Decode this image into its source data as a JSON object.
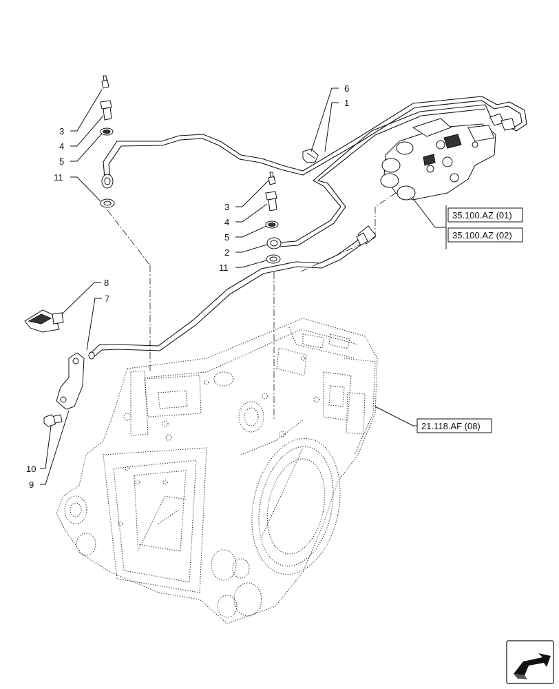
{
  "callouts": [
    {
      "id": "c3a",
      "label": "3"
    },
    {
      "id": "c4a",
      "label": "4"
    },
    {
      "id": "c5a",
      "label": "5"
    },
    {
      "id": "c11a",
      "label": "11"
    },
    {
      "id": "c6",
      "label": "6"
    },
    {
      "id": "c1",
      "label": "1"
    },
    {
      "id": "c3b",
      "label": "3"
    },
    {
      "id": "c4b",
      "label": "4"
    },
    {
      "id": "c5b",
      "label": "5"
    },
    {
      "id": "c2",
      "label": "2"
    },
    {
      "id": "c11b",
      "label": "11"
    },
    {
      "id": "c8",
      "label": "8"
    },
    {
      "id": "c7",
      "label": "7"
    },
    {
      "id": "c10",
      "label": "10"
    },
    {
      "id": "c9",
      "label": "9"
    }
  ],
  "references": [
    {
      "id": "ref-valve-1",
      "label": "35.100.AZ (01)"
    },
    {
      "id": "ref-valve-2",
      "label": "35.100.AZ (02)"
    },
    {
      "id": "ref-housing",
      "label": "21.118.AF (08)"
    }
  ],
  "icons": {
    "corner": "next-page-arrow-icon"
  },
  "colors": {
    "line": "#111111",
    "background": "#ffffff"
  }
}
